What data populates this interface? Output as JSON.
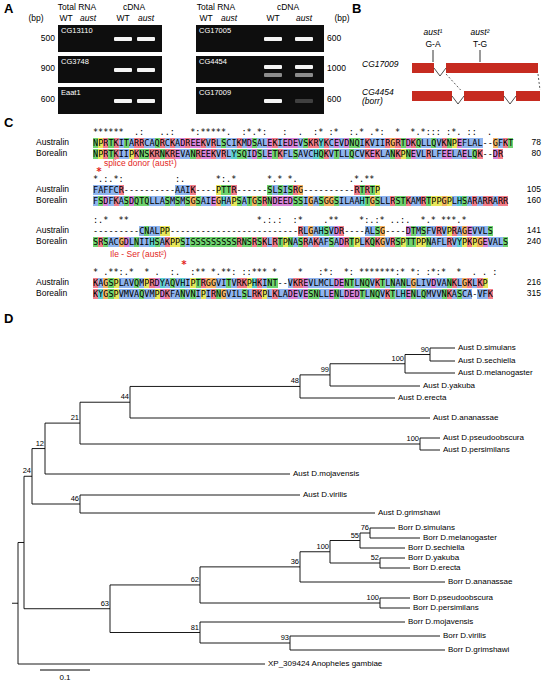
{
  "diagram": {
    "nodes": [
      {
        "text": [
          "CG13110"
        ]
      },
      {
        "text": [
          "CG3748"
        ]
      },
      {
        "text": [
          "Eaat1"
        ]
      },
      {
        "text": [
          "CG17005"
        ]
      },
      {
        "text": [
          "CG4454"
        ]
      },
      {
        "text": [
          "CG17009"
        ]
      },
      {
        "text": [
          "CG17009"
        ]
      },
      {
        "text": [
          "CG4454 (borr)"
        ]
      }
    ],
    "edges": [
      {
        "from": 6,
        "to": 7,
        "arrow": "none"
      },
      {
        "from": 6,
        "to": 7,
        "arrow": "none"
      }
    ],
    "labels": [
      "A",
      "Total RNA",
      "cDNA",
      "WT",
      "aust",
      "WT",
      "aust",
      "(bp)",
      "500",
      "900",
      "600",
      "Total RNA",
      "cDNA",
      "WT",
      "aust",
      "WT",
      "aust",
      "(bp)",
      "600",
      "1000",
      "600",
      "B",
      "aust¹",
      "G-A",
      "aust²",
      "T-G",
      "C",
      "******  .:   ..:   *:*****.  :*.*:   :  .  :* :*  :.* .*:  *  *.*::: :*. ::  .",
      "Australin",
      "NPRTKITARRCAQRCKADREEKVRLSCIKMDSALEKIEDEVSKRYKCEVDNQIKVIIRGRTDKQLLQVKNPEFLAL--GFKT",
      "78",
      "Borealin",
      "NPRTKIIPKNSKRNKREVANREEKVRLYSQIDSLETKFLSAVCHQKVTLLQCVKEKLANKPNEVLRLFEELAELQK--DR",
      "80",
      "splice donor (aust¹)",
      "*",
      "*.:.*:          :.      *:.*      *.* *.          .*.**",
      "Australin",
      "FAFFCR----------AAIK----PTTR------SLSISRG----------RTRTP",
      "105",
      "Borealin",
      "FSDFKASDQTQLLASMSMSGSAIEGHAPSATGSRNDEEDSSIGASGGSILAAHTGSLLRSTKAMRTPPGPLHSARARRARR",
      "160",
      ":.*  **                         *.:.:  :*    .**    *:.:* ..:.  *.* ***.*",
      "Australin",
      "---------CNALPP-------------------------RLGAHSVDR----ALSG----DTMSFVRVPRAGEVVLS",
      "141",
      "Borealin",
      "SRSACGDLNIIHSAKPPSISSSSSSSSSRNSRSKLRTPNASRAKAFSADRTPLKQKGVRSPTTPPNAFLRVYPKPGEVALS",
      "240",
      "Ile - Ser (aust²)",
      "*",
      "* .**:.*  * .  :.  :** *.**: ::*** *    *   :*:  *: *******:* *: :*:*  *  . . :",
      "Australin",
      "KAGSPLAVQMPRDYAQVHIPTRGGVITVRKPHKINT--VKREVLMCLDENTLNQVKTLNANLGLIVDVANKLGKLKP",
      "216",
      "Borealin",
      "KYGSPVMVAQVMPDKFANVNIPIRNGVILSLRKPLKLADEVESNLLENLDEDTLNQVKTLHENLQMVVNKASCA-VFK",
      "315",
      "D",
      "Aust D.simulans",
      "Aust D.sechiella",
      "Aust D.melanogaster",
      "Aust D.yakuba",
      "Aust D.erecta",
      "Aust D.ananassae",
      "Aust D.pseudoobscura",
      "Aust D.persimilans",
      "Aust D.mojavensis",
      "Aust D.virilis",
      "Aust D.grimshawi",
      "Borr D.simulans",
      "Borr D.melanogaster",
      "Borr D.sechiella",
      "Borr D.yakuba",
      "Borr D.erecta",
      "Borr D.ananassae",
      "Borr D.pseudoobscura",
      "Borr D.persimilans",
      "Borr D.mojavensis",
      "Borr D.virilis",
      "Borr D.grimshawi",
      "XP_309424 Anopheles gambiae",
      "90",
      "100",
      "48",
      "99",
      "44",
      "21",
      "100",
      "12",
      "24",
      "46",
      "76",
      "100",
      "55",
      "52",
      "36",
      "62",
      "100",
      "63",
      "81",
      "93",
      "0.1"
    ]
  }
}
